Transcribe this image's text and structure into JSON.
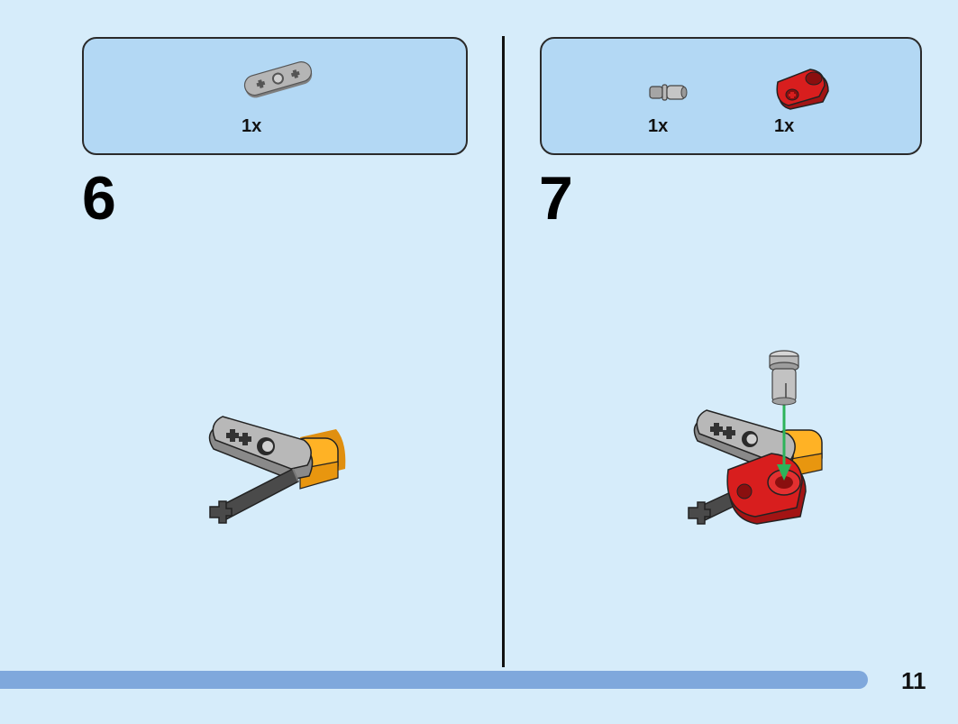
{
  "step6": {
    "number": "6",
    "parts": [
      {
        "quantity": "1x",
        "part": "liftarm-thin-1x3-icon",
        "color": "#a5a5a5"
      }
    ]
  },
  "step7": {
    "number": "7",
    "parts": [
      {
        "quantity": "1x",
        "part": "pin-half-icon",
        "color": "#a5a5a5"
      },
      {
        "quantity": "1x",
        "part": "cross-block-icon",
        "color": "#d81e1e"
      }
    ]
  },
  "page": {
    "number": "11"
  },
  "colors": {
    "background": "#d6ecfa",
    "parts_box": "#b3d8f4",
    "progress_bar": "#7fa8dc",
    "yellow_part": "#ffb225",
    "dark_axle": "#4a4a4a",
    "arrow": "#2db35a"
  }
}
